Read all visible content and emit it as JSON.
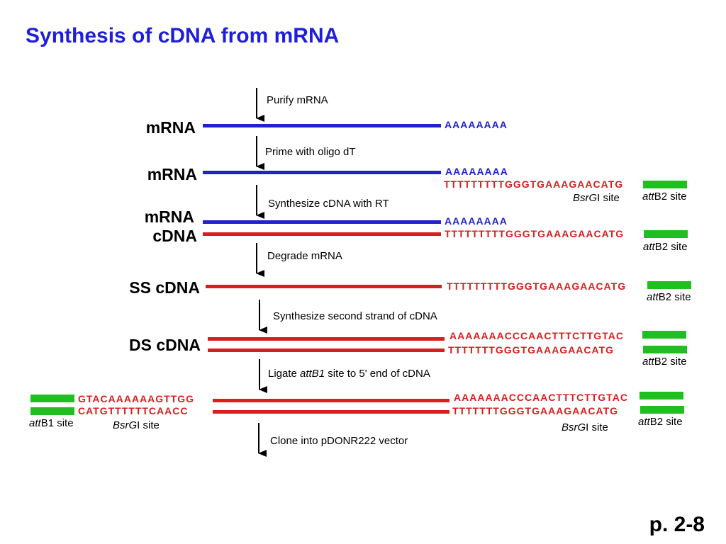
{
  "title": "Synthesis of cDNA from mRNA",
  "page_number": "p. 2-8",
  "colors": {
    "title": "#1f1fdb",
    "mrna_strand": "#2222cc",
    "cdna_strand": "#d81e1e",
    "att_site": "#1fbf1f"
  },
  "steps": {
    "s1": "Purify mRNA",
    "s2": "Prime with oligo dT",
    "s3": "Synthesize cDNA with RT",
    "s4": "Degrade mRNA",
    "s5": "Synthesize second strand of cDNA",
    "s6_pre": "Ligate ",
    "s6_em": "attB1",
    "s6_post": " site to 5' end of cDNA",
    "s7": "Clone into pDONR222 vector"
  },
  "labels": {
    "mrna1": "mRNA",
    "mrna2": "mRNA",
    "mrna3": "mRNA",
    "cdna3": "cDNA",
    "ss_cdna": "SS cDNA",
    "ds_cdna": "DS cDNA"
  },
  "sequences": {
    "polyA": "AAAAAAAA",
    "oligo_dt": "TTTTTTTTTGGGTGAAAGAACATG",
    "ds_top": "AAAAAAACCCAACTTTCTTGTAC",
    "ds_bottom": "TTTTTTTGGGTGAAAGAACATG",
    "left_top": "GTACAAAAAAGTTGG",
    "left_bottom": "CATGTTTTTTCAACC"
  },
  "sites": {
    "bsrgi_em": "BsrG",
    "bsrgi_rest": "I site",
    "att_em": "att",
    "attb2_rest": "B2 site",
    "attb1_rest": "B1 site"
  }
}
